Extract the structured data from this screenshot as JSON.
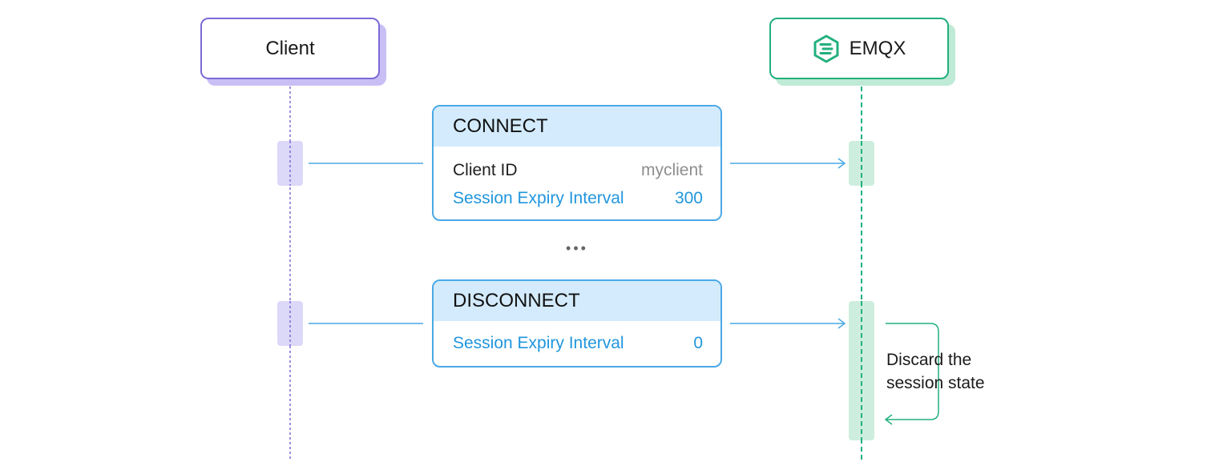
{
  "participants": {
    "client": {
      "label": "Client"
    },
    "broker": {
      "label": "EMQX",
      "icon": "emqx-logo-icon"
    }
  },
  "messages": {
    "connect": {
      "title": "CONNECT",
      "fields": [
        {
          "key": "Client ID",
          "value": "myclient"
        },
        {
          "key": "Session Expiry Interval",
          "value": "300"
        }
      ]
    },
    "ellipsis": "•••",
    "disconnect": {
      "title": "DISCONNECT",
      "fields": [
        {
          "key": "Session Expiry Interval",
          "value": "0"
        }
      ]
    }
  },
  "note": {
    "line1": "Discard the",
    "line2": "session state"
  },
  "colors": {
    "client": "#7d6ad6",
    "client_light": "#dcd8f7",
    "broker": "#22b07d",
    "broker_light": "#cdeedf",
    "message": "#4aa9e6",
    "message_head": "#d3ebfc"
  }
}
